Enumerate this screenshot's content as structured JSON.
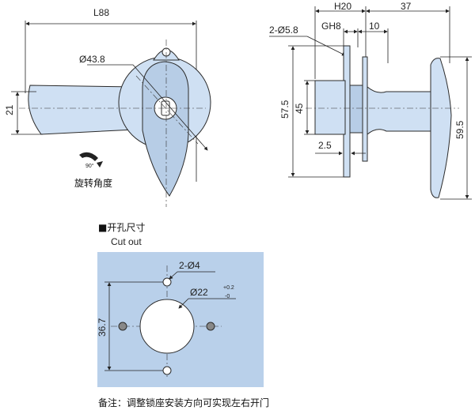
{
  "front_view": {
    "dim_length": "L88",
    "dim_diameter": "Ø43.8",
    "dim_handle_width": "21",
    "rotation_angle": "90°",
    "rotation_caption": "旋转角度"
  },
  "side_view": {
    "dim_h": "H20",
    "dim_handle_length": "37",
    "dim_hole_dia": "2-Ø5.8",
    "dim_gh": "GH8",
    "dim_10": "10",
    "dim_57_5": "57.5",
    "dim_45": "45",
    "dim_2_5": "2.5",
    "dim_59_5": "59.5"
  },
  "cutout": {
    "heading": "■开孔尺寸",
    "heading_en": "Cut out",
    "dim_small_holes": "2-Ø4",
    "dim_main_hole": "Ø22",
    "tol_upper": "+0.2",
    "tol_lower": "-0",
    "dim_height": "36.7"
  },
  "footnote": "备注：调整锁座安装方向可实现左右开门",
  "colors": {
    "part_fill": "#cfe0f3",
    "cutout_bg": "#b9d0ea",
    "line": "#222222"
  }
}
